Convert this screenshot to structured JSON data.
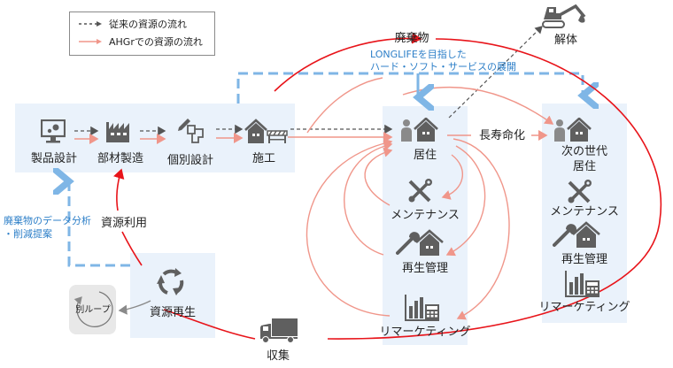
{
  "legend": {
    "items": [
      {
        "label": "従来の資源の流れ",
        "style": "dashed",
        "color": "#555555"
      },
      {
        "label": "AHGrでの資源の流れ",
        "style": "solid",
        "color": "#f0968a"
      }
    ]
  },
  "colors": {
    "conventional_flow": "#555555",
    "ahgr_flow": "#f0968a",
    "waste_loop": "#e8141a",
    "info_flow": "#7fb6e6",
    "panel_bg": "#eaf2fb",
    "icon": "#5f5f5f",
    "annotation_text": "#2d7fc8"
  },
  "process": {
    "steps": [
      {
        "label": "製品設計",
        "icon": "monitor-gear-icon"
      },
      {
        "label": "部材製造",
        "icon": "factory-icon"
      },
      {
        "label": "個別設計",
        "icon": "pencil-floorplan-icon"
      },
      {
        "label": "施工",
        "icon": "house-barrier-icon"
      }
    ]
  },
  "living": {
    "items": [
      {
        "label": "居住",
        "icon": "person-house-icon"
      },
      {
        "label": "メンテナンス",
        "icon": "tools-icon"
      },
      {
        "label": "再生管理",
        "icon": "wrench-house-icon"
      },
      {
        "label": "リマーケティング",
        "icon": "chart-calculator-icon"
      }
    ]
  },
  "next_gen": {
    "items": [
      {
        "label": "次の世代\n居住",
        "line1": "次の世代",
        "line2": "居住",
        "icon": "person-house-icon"
      },
      {
        "label": "メンテナンス",
        "icon": "tools-icon"
      },
      {
        "label": "再生管理",
        "icon": "wrench-house-icon"
      },
      {
        "label": "リマーケティング",
        "icon": "chart-calculator-icon"
      }
    ]
  },
  "flow_labels": {
    "longevity": "長寿命化",
    "demolition": "解体",
    "waste": "廃棄物",
    "collection": "収集",
    "resource_use": "資源利用",
    "recycling": "資源再生",
    "other_loop": "別ループ"
  },
  "annotations": {
    "longlife_line1": "LONGLIFEを目指した",
    "longlife_line2": "ハード・ソフト・サービスの展開",
    "data_analysis_line1": "廃棄物のデータ分析",
    "data_analysis_line2": "・削減提案"
  }
}
